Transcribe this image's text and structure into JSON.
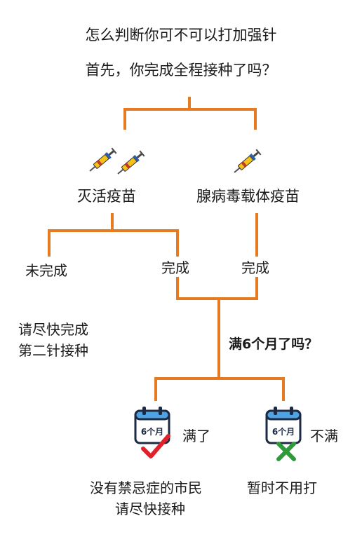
{
  "title": {
    "line1": "怎么判断你可不可以打加强针",
    "line2": "首先，你完成全程接种了吗？"
  },
  "nodes": {
    "inactivated": "灭活疫苗",
    "adenovirus": "腺病毒载体疫苗",
    "not_done": "未完成",
    "done_left": "完成",
    "done_right": "完成",
    "finish_line1": "请尽快完成",
    "finish_line2": "第二针接种",
    "six_months": "满6个月了吗？",
    "yes": "满了",
    "no": "不满",
    "yes_line1": "没有禁忌症的市民",
    "yes_line2": "请尽快接种",
    "no_result": "暂时不用打"
  },
  "calendar_label": "6个月",
  "colors": {
    "line": "#e57a21",
    "check": "#e0202a",
    "cross": "#2e9a3a"
  },
  "icons": {
    "syringe": "syringe-icon",
    "calendar": "calendar-icon",
    "check": "check-mark-icon",
    "cross": "cross-mark-icon"
  }
}
